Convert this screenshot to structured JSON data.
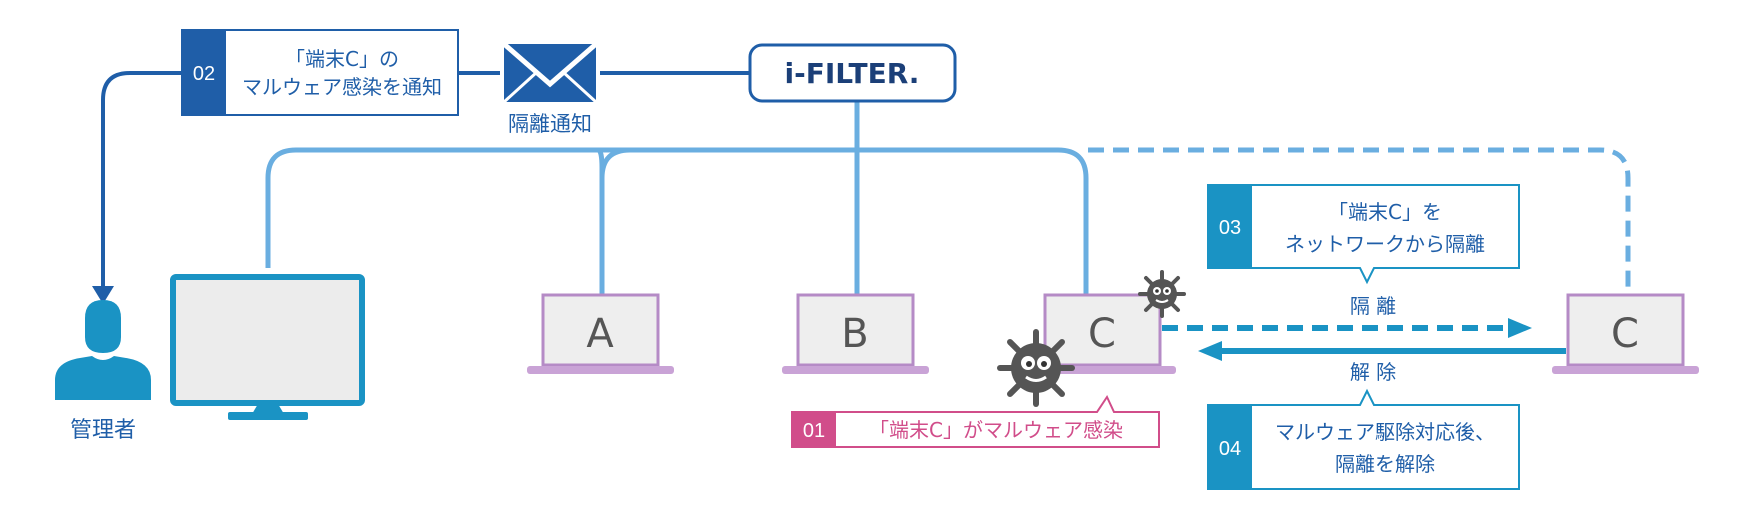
{
  "logo": {
    "text": "i-FILTER."
  },
  "mail": {
    "label": "隔離通知"
  },
  "admin": {
    "label": "管理者"
  },
  "steps": [
    {
      "num": "02",
      "lines": [
        "「端末C」の",
        "マルウェア感染を通知"
      ],
      "color": "#1f5ea8"
    },
    {
      "num": "03",
      "lines": [
        "「端末C」を",
        "ネットワークから隔離"
      ],
      "color": "#1a93c4"
    },
    {
      "num": "01",
      "lines": [
        "「端末C」がマルウェア感染"
      ],
      "color": "#d14d8a"
    },
    {
      "num": "04",
      "lines": [
        "マルウェア駆除対応後、",
        "隔離を解除"
      ],
      "color": "#1a93c4"
    }
  ],
  "laptops": [
    {
      "label": "A"
    },
    {
      "label": "B"
    },
    {
      "label": "C"
    },
    {
      "label": "C"
    }
  ],
  "arrows": {
    "isolate": "隔 離",
    "release": "解 除"
  },
  "colors": {
    "network": "#6aaee0",
    "admin_line": "#1f5ea8",
    "isolation": "#1a93c4",
    "laptop_frame": "#b58bc6",
    "virus": "#555555"
  }
}
